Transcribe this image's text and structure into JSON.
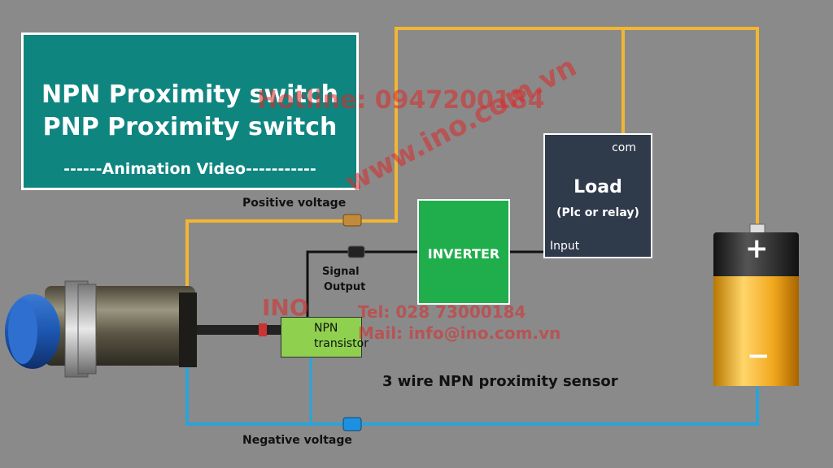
{
  "title": {
    "line1": "NPN Proximity switch",
    "line2": "PNP Proximity switch",
    "sub": "------Animation Video-----------"
  },
  "labels": {
    "positive": "Positive voltage",
    "negative": "Negative voltage",
    "signal1": "Signal",
    "signal2": "Output",
    "caption": "3 wire NPN proximity sensor"
  },
  "inverter": {
    "label": "INVERTER"
  },
  "load": {
    "com": "com",
    "title": "Load",
    "subtitle": "(Plc or relay)",
    "input": "Input"
  },
  "transistor": {
    "line1": "NPN",
    "line2": "transistor"
  },
  "battery": {
    "plus": "+",
    "minus": "−"
  },
  "watermark": {
    "hotline": "Hotline: 0947200184",
    "site": "www.ino.com.vn",
    "tel": "Tel: 028 73000184",
    "mail": "Mail: info@ino.com.vn",
    "logo": "INO"
  },
  "colors": {
    "positive_wire": "#f2b632",
    "negative_wire": "#2aa4d8",
    "signal_wire": "#111111",
    "title_bg": "#0f8580",
    "inverter": "#1fae4b",
    "load": "#2f3a4a",
    "background": "#8a8a8a"
  }
}
